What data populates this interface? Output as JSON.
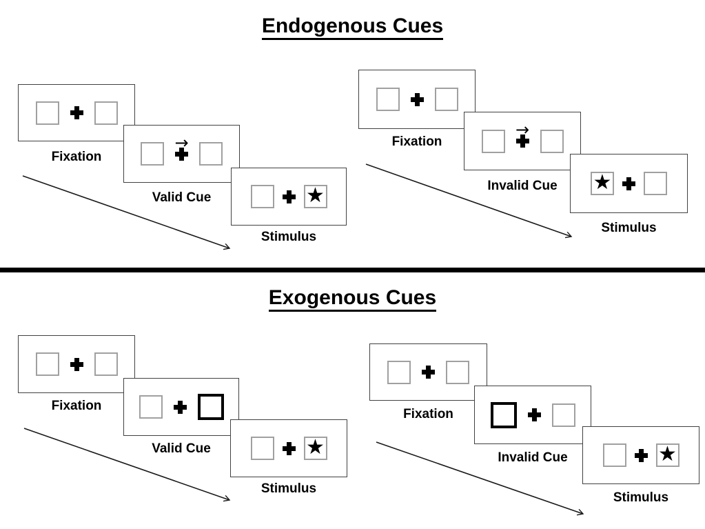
{
  "glyphs": {
    "star": "★",
    "cue_arrow": "→"
  },
  "colors": {
    "ink": "#000000",
    "box_border_gray": "#a0a0a0",
    "panel_border": "#404040"
  },
  "endogenous": {
    "title": "Endogenous Cues",
    "valid": {
      "steps": [
        {
          "label": "Fixation",
          "left_box": "empty",
          "right_box": "empty"
        },
        {
          "label": "Valid Cue",
          "cue": "central-arrow-pointing-right",
          "left_box": "empty",
          "right_box": "empty"
        },
        {
          "label": "Stimulus",
          "star_side": "right"
        }
      ]
    },
    "invalid": {
      "steps": [
        {
          "label": "Fixation",
          "left_box": "empty",
          "right_box": "empty"
        },
        {
          "label": "Invalid Cue",
          "cue": "central-arrow-pointing-right",
          "left_box": "empty",
          "right_box": "empty"
        },
        {
          "label": "Stimulus",
          "star_side": "left"
        }
      ]
    }
  },
  "exogenous": {
    "title": "Exogenous Cues",
    "valid": {
      "steps": [
        {
          "label": "Fixation",
          "left_box": "empty",
          "right_box": "empty"
        },
        {
          "label": "Valid Cue",
          "cue": "right-box-bold-outline",
          "left_box": "empty",
          "right_box": "bold"
        },
        {
          "label": "Stimulus",
          "star_side": "right"
        }
      ]
    },
    "invalid": {
      "steps": [
        {
          "label": "Fixation",
          "left_box": "empty",
          "right_box": "empty"
        },
        {
          "label": "Invalid Cue",
          "cue": "left-box-bold-outline",
          "left_box": "bold",
          "right_box": "empty"
        },
        {
          "label": "Stimulus",
          "star_side": "right"
        }
      ]
    }
  }
}
